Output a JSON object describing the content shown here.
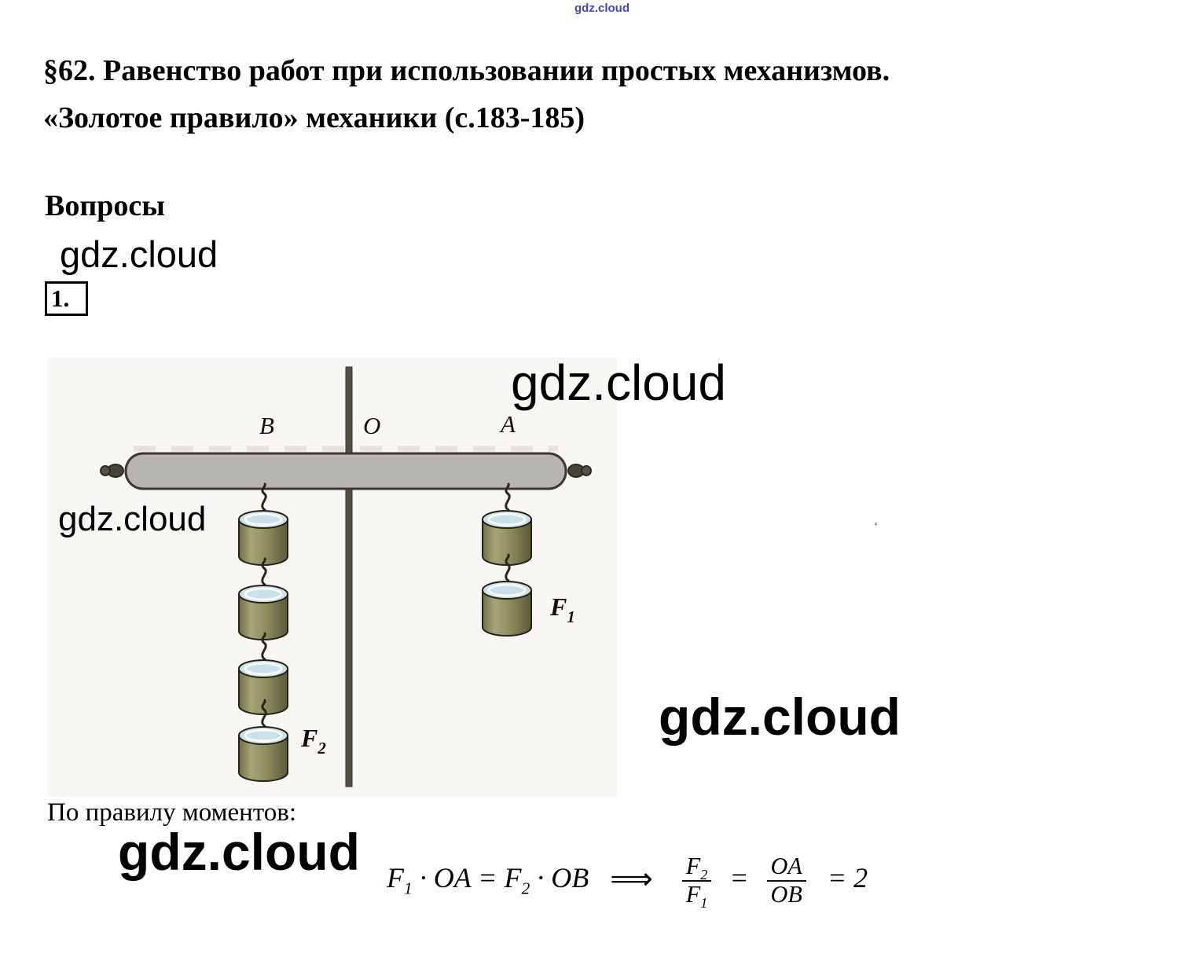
{
  "link_top": {
    "label": "gdz.cloud"
  },
  "header": {
    "title_line1": "§62. Равенство работ при использовании простых механизмов.",
    "title_line2": "«Золотое правило» механики (с.183-185)",
    "section": "Вопросы",
    "question_number": "1."
  },
  "watermarks": {
    "under_section": "gdz.cloud",
    "figure_top": "gdz.cloud",
    "figure_left": "gdz.cloud",
    "bottom_right": "gdz.cloud",
    "bottom_left": "gdz.cloud"
  },
  "figure": {
    "labels": {
      "left_end": "B",
      "pivot": "O",
      "right_end": "A",
      "f1_base": "F",
      "f1_sub": "1",
      "f2_base": "F",
      "f2_sub": "2"
    },
    "left_weights_count": 4,
    "right_weights_count": 2,
    "colors": {
      "bar_fill": "#b7b5b0",
      "rod_fill": "#514e44",
      "weight_top_fill": "#cbe1e9",
      "background": "#f8f7f3"
    }
  },
  "stray_mark": "‘",
  "solution": {
    "caption": "По правилу моментов:",
    "formula": {
      "f1_base": "F",
      "f1_sub": "1",
      "mid1": " · OA = ",
      "f2_base": "F",
      "f2_sub": "2",
      "mid2": " · OB",
      "arrow": "⟹",
      "frac1_num_base": "F",
      "frac1_num_sub": "2",
      "frac1_den_base": "F",
      "frac1_den_sub": "1",
      "eq": "=",
      "frac2_num": "OA",
      "frac2_den": "OB",
      "tail": "= 2"
    }
  }
}
